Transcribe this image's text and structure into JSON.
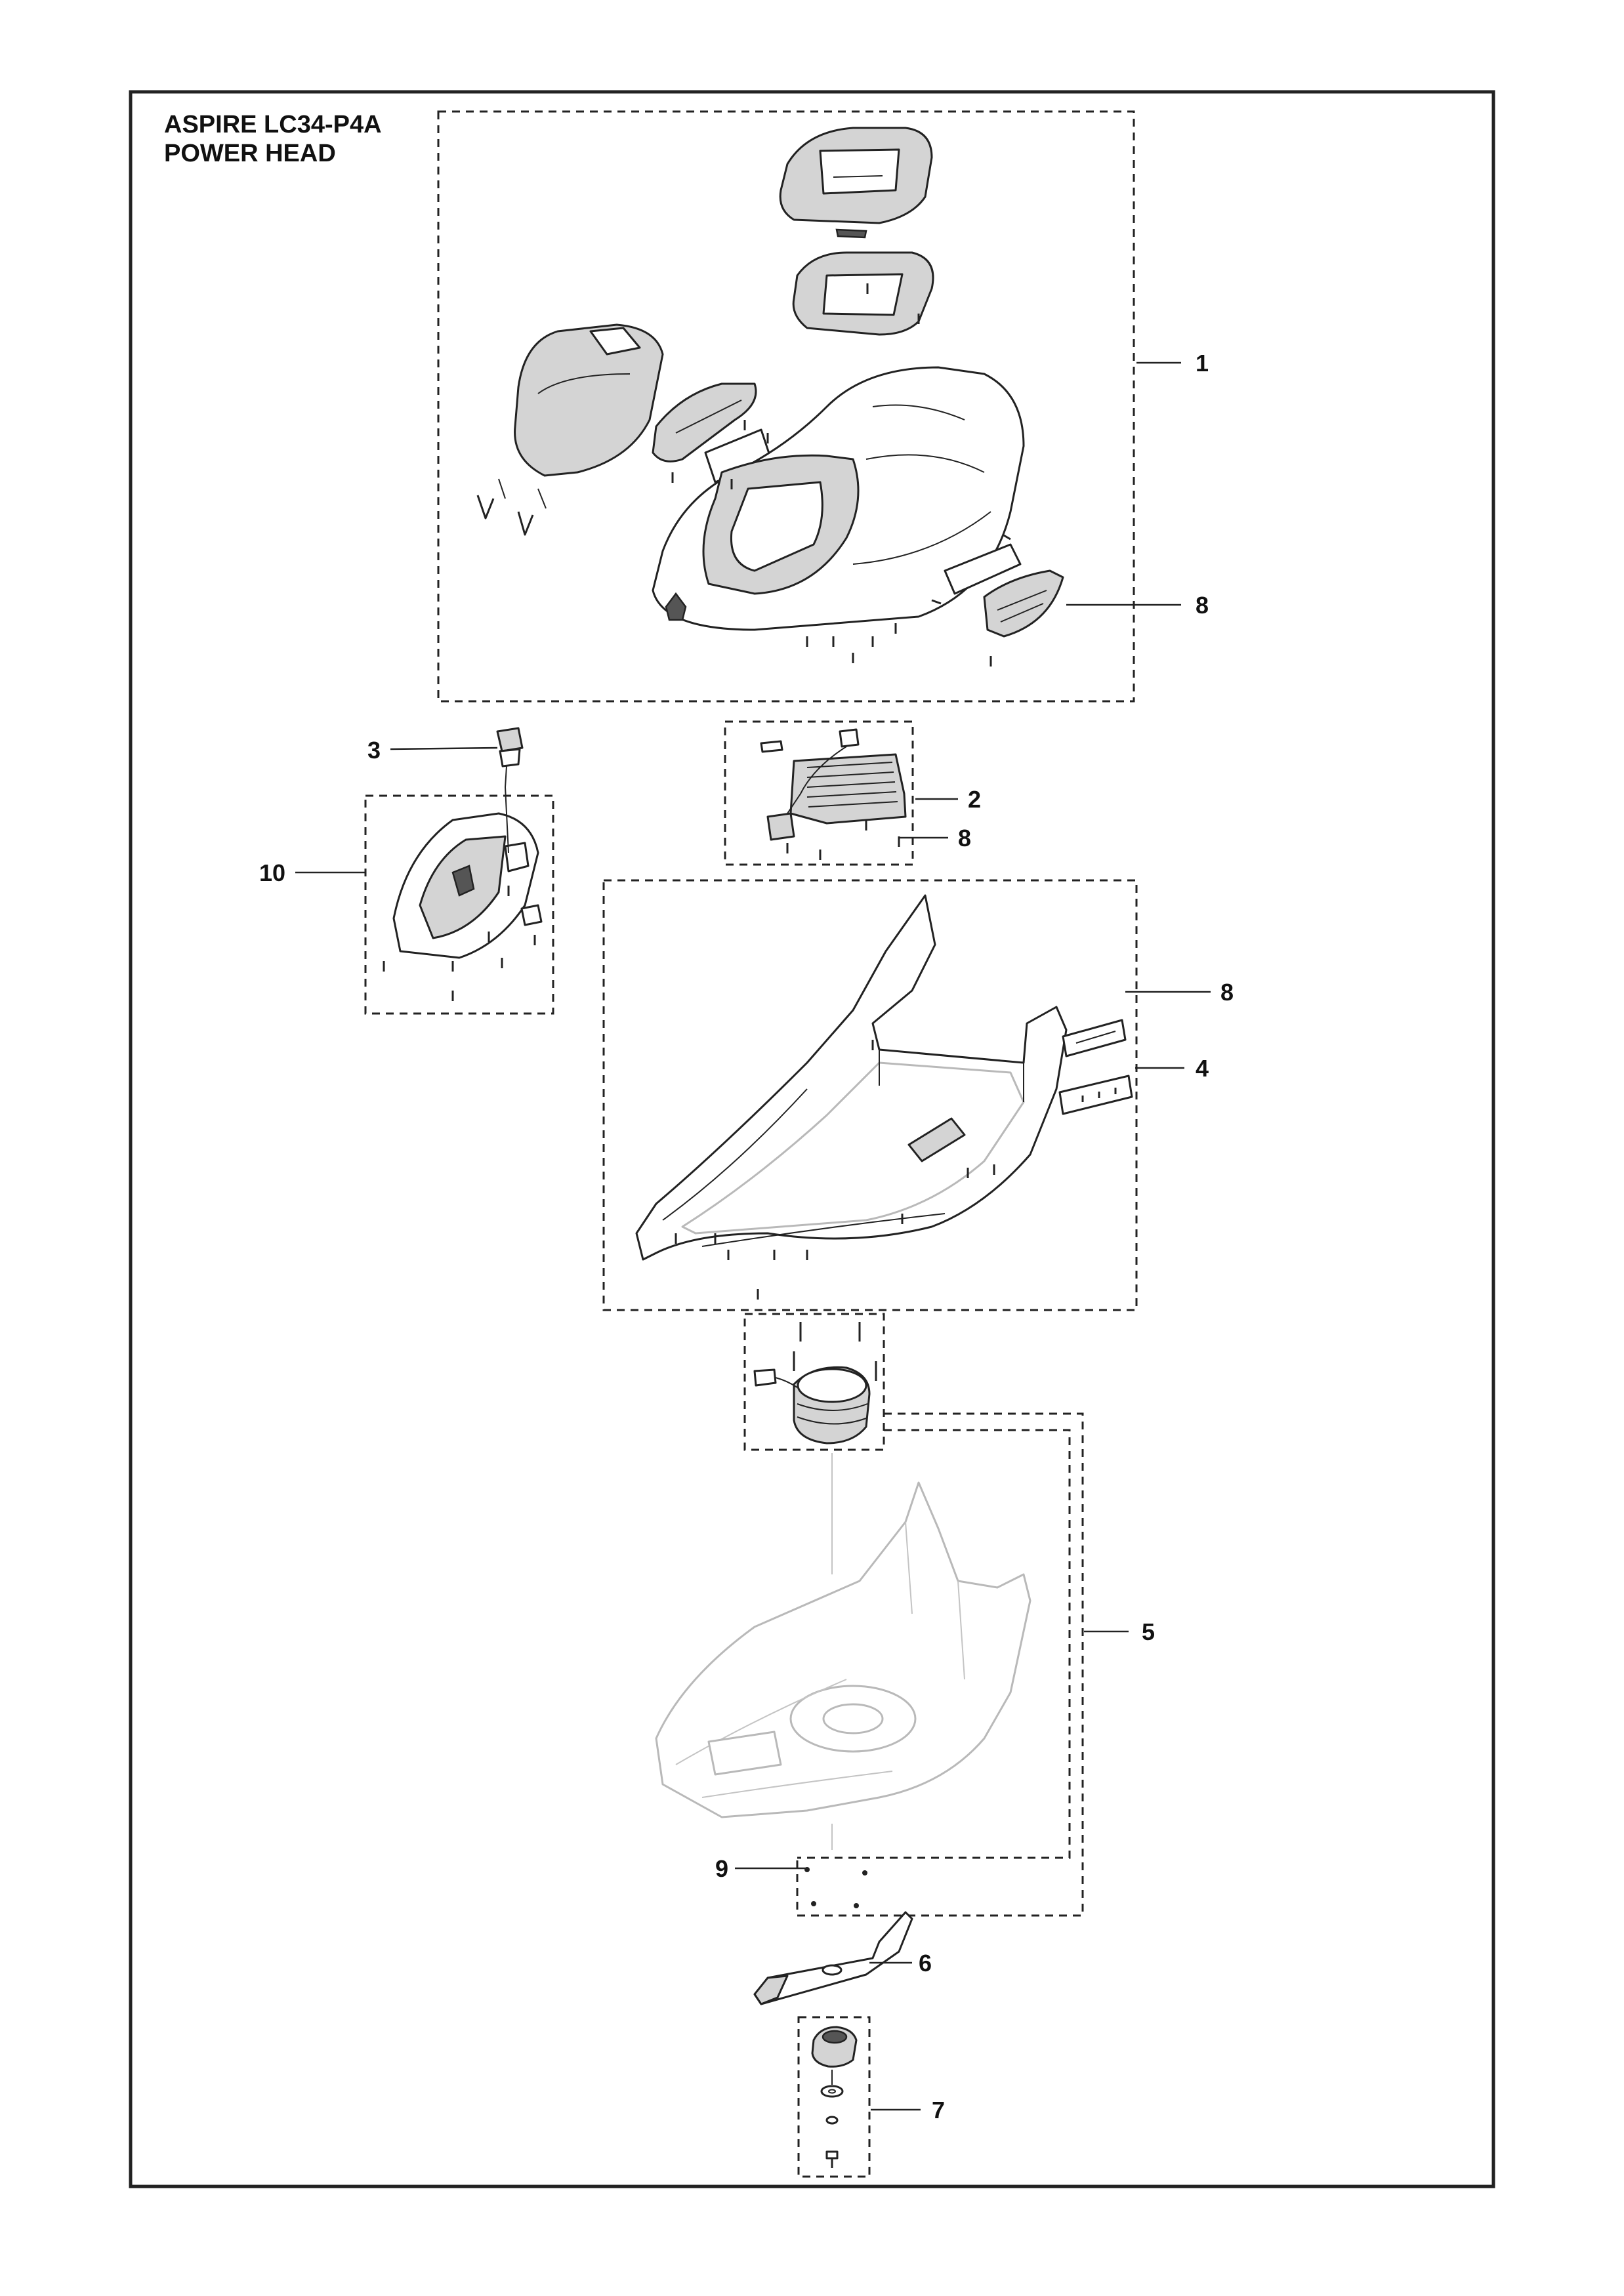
{
  "title": {
    "line1": "ASPIRE LC34-P4A",
    "line2": "POWER HEAD"
  },
  "callouts": [
    {
      "id": "c1",
      "label": "1"
    },
    {
      "id": "c8a",
      "label": "8"
    },
    {
      "id": "c3",
      "label": "3"
    },
    {
      "id": "c2",
      "label": "2"
    },
    {
      "id": "c8b",
      "label": "8"
    },
    {
      "id": "c10",
      "label": "10"
    },
    {
      "id": "c8c",
      "label": "8"
    },
    {
      "id": "c4",
      "label": "4"
    },
    {
      "id": "c5",
      "label": "5"
    },
    {
      "id": "c9",
      "label": "9"
    },
    {
      "id": "c6",
      "label": "6"
    },
    {
      "id": "c7",
      "label": "7"
    }
  ]
}
